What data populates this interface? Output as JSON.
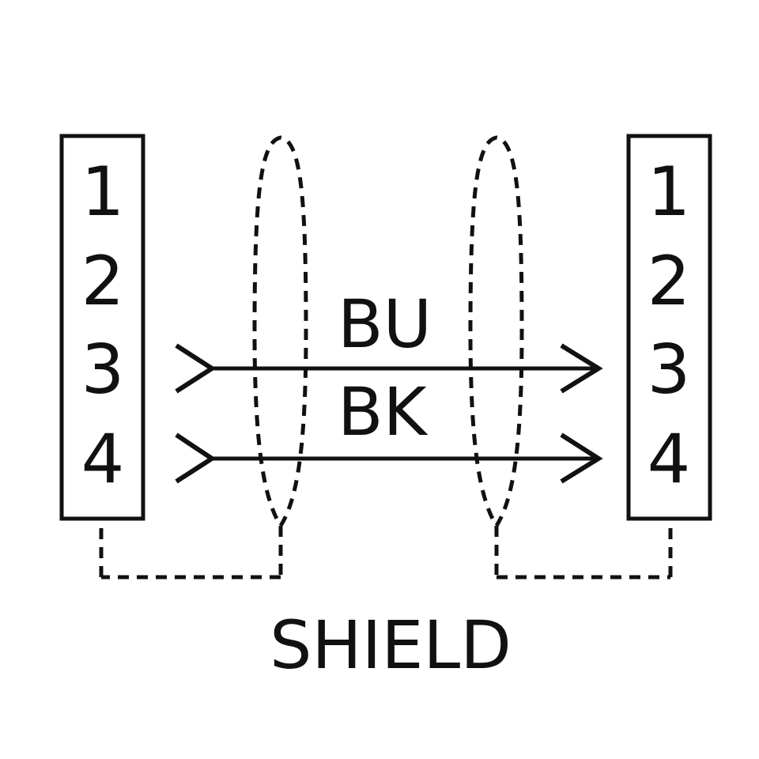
{
  "diagram": {
    "left_connector": {
      "pins": [
        "1",
        "2",
        "3",
        "4"
      ]
    },
    "right_connector": {
      "pins": [
        "1",
        "2",
        "3",
        "4"
      ]
    },
    "wires": [
      {
        "label": "BU",
        "from_pin": "3",
        "to_pin": "3"
      },
      {
        "label": "BK",
        "from_pin": "4",
        "to_pin": "4"
      }
    ],
    "shield_label": "SHIELD",
    "colors": {
      "line": "#111111",
      "background": "#ffffff"
    }
  }
}
